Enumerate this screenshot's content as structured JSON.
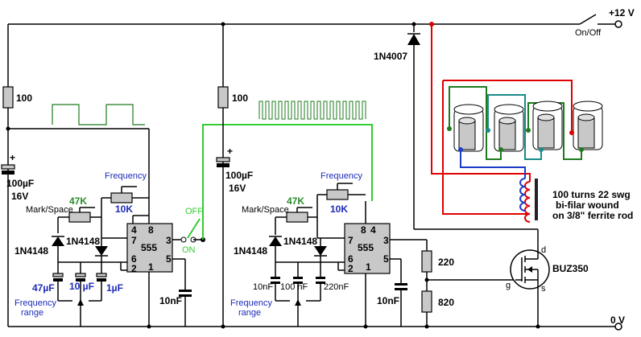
{
  "labels": {
    "supply": "+12 V",
    "switch": "On/Off",
    "ground": "0 V",
    "diode_top": "1N4007",
    "r1": "100",
    "r2": "100",
    "c1": "100µF",
    "c1_v": "16V",
    "c2": "100µF",
    "c2_v": "16V",
    "freq1": "Frequency",
    "freq1_val": "10K",
    "freq2": "Frequency",
    "freq2_val": "10K",
    "ms1": "Mark/Space",
    "ms1_val": "47K",
    "ms2": "Mark/Space",
    "ms2_val": "47K",
    "d1a": "1N4148",
    "d1b": "1N4148",
    "d2a": "1N4148",
    "d2b": "1N4148",
    "ic1": "555",
    "ic2": "555",
    "off": "OFF",
    "on": "ON",
    "c47": "47µF",
    "c10": "10 µF",
    "c1u": "1µF",
    "c10n": "10nF",
    "c100n": "100 nF",
    "c220n": "220nF",
    "range1": "Frequency\nrange",
    "range2": "Frequency\nrange",
    "ctl1": "10nF",
    "ctl2": "10nF",
    "r220": "220",
    "r820": "820",
    "mosfet": "BUZ350",
    "coil": "100 turns 22 swg\nbi-filar wound\non 3/8\" ferrite rod",
    "pin_d": "d",
    "pin_g": "g",
    "pin_s": "s",
    "pins": [
      "4",
      "8",
      "7",
      "3",
      "6",
      "5",
      "2",
      "1"
    ]
  },
  "colors": {
    "wire": "#000000",
    "red": "#e00000",
    "green": "#33cc33",
    "dark_green": "#1d7a1d",
    "blue": "#1c3cc7",
    "teal": "#1a8a8a"
  }
}
